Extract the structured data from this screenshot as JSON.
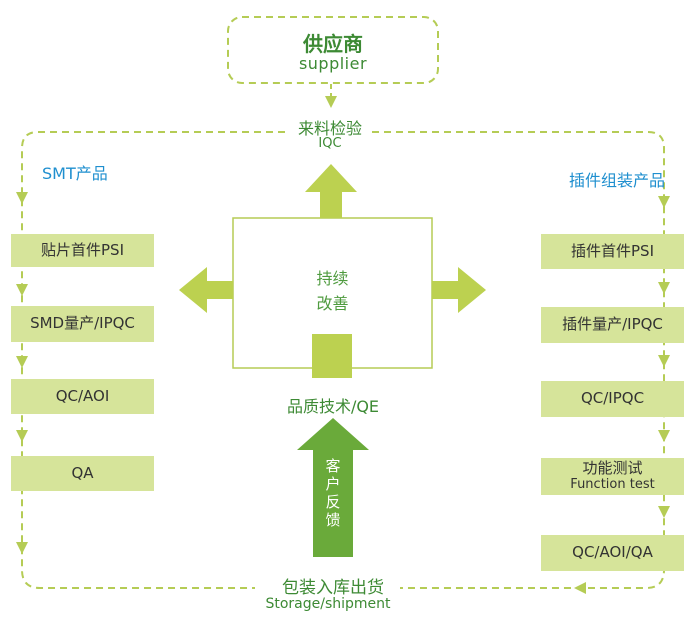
{
  "supplier": {
    "zh": "供应商",
    "en": "supplier"
  },
  "iqc": {
    "zh": "来料检验",
    "en": "IQC"
  },
  "left_branch": {
    "title": "SMT产品",
    "steps": [
      "贴片首件PSI",
      "SMD量产/IPQC",
      "QC/AOI",
      "QA"
    ]
  },
  "right_branch": {
    "title": "插件组装产品",
    "steps": [
      {
        "label": "插件首件PSI",
        "sub": ""
      },
      {
        "label": "插件量产/IPQC",
        "sub": ""
      },
      {
        "label": "QC/IPQC",
        "sub": ""
      },
      {
        "label": "功能测试",
        "sub": "Function test"
      },
      {
        "label": "QC/AOI/QA",
        "sub": ""
      }
    ]
  },
  "center": {
    "line1": "持续",
    "line2": "改善",
    "qe": "品质技术/QE"
  },
  "feedback": [
    "客",
    "户",
    "反",
    "馈"
  ],
  "storage": {
    "zh": "包装入库出货",
    "en": "Storage/shipment"
  },
  "colors": {
    "dashed_line": "#b5cc55",
    "step_fill": "#d6e49a",
    "arrow_fill": "#bcd150",
    "feedback_arrow": "#6aaa3a",
    "text_green": "#3d8a34",
    "text_blue": "#1f8fcf"
  }
}
